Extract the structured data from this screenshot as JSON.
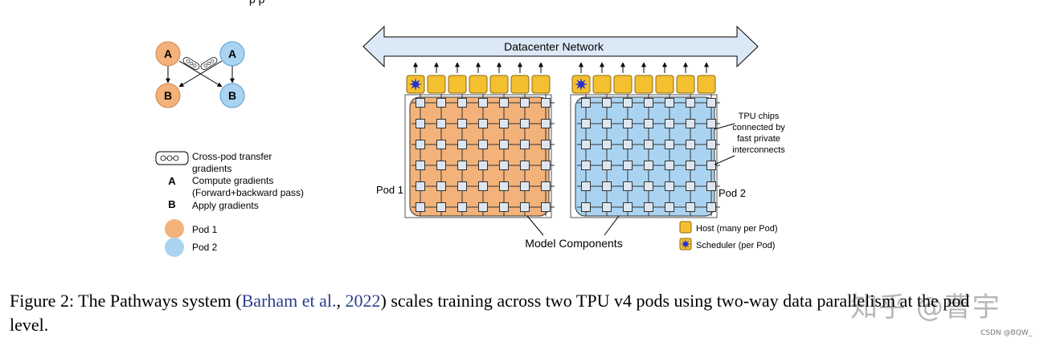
{
  "top_strip": {
    "text": "p                                                    p"
  },
  "schematic": {
    "node_a_left": "A",
    "node_a_right": "A",
    "node_b_left": "B",
    "node_b_right": "B"
  },
  "legend_left": {
    "transfer_line1": "Cross-pod transfer",
    "transfer_line2": "gradients",
    "a_key": "A",
    "a_line1": "Compute gradients",
    "a_line2": "(Forward+backward pass)",
    "b_key": "B",
    "b_line1": "Apply gradients",
    "pod1": "Pod 1",
    "pod2": "Pod 2"
  },
  "network": {
    "label": "Datacenter Network"
  },
  "pods": {
    "pod1_label": "Pod 1",
    "pod2_label": "Pod 2",
    "grid_rows": 6,
    "grid_cols": 7,
    "hosts_per_pod": 7
  },
  "annotations": {
    "tpu_line1": "TPU chips",
    "tpu_line2": "connected by",
    "tpu_line3": "fast private",
    "tpu_line4": "interconnects",
    "model_components": "Model Components"
  },
  "legend_right": {
    "host": "Host (many per Pod)",
    "scheduler": "Scheduler (per Pod)"
  },
  "caption": {
    "prefix": "Figure 2: The Pathways system (",
    "cite_author": "Barham et al.",
    "sep": ", ",
    "cite_year": "2022",
    "suffix": ") scales training across two TPU v4 pods using two-way data parallelism at the pod level."
  },
  "watermark": {
    "text": "知乎 @曹宇"
  },
  "credit": {
    "text": "CSDN @BQW_"
  },
  "colors": {
    "pod1_fill": "#f2b27a",
    "pod1_stroke": "#d08748",
    "pod2_fill": "#a9d3f1",
    "pod2_stroke": "#5a9bd0",
    "host_fill": "#f4c02f",
    "host_stroke": "#8a6a10",
    "network_fill": "#dbe9f6",
    "scheduler_star": "#1f2fd8",
    "chip_fill": "#dde6f0",
    "citation": "#2b3f8c"
  }
}
